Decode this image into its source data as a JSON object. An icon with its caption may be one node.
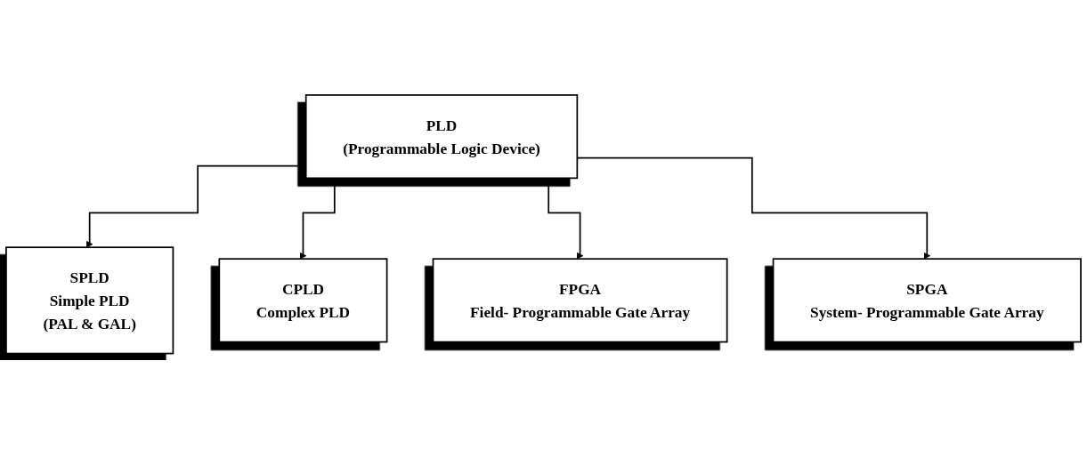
{
  "diagram": {
    "nodes": [
      {
        "text": [
          "PLD",
          "(Programmable Logic Device)"
        ]
      },
      {
        "text": [
          "SPLD",
          "Simple PLD",
          "(PAL & GAL)"
        ]
      },
      {
        "text": [
          "CPLD",
          "Complex PLD"
        ]
      },
      {
        "text": [
          "FPGA",
          "Field- Programmable Gate Array"
        ]
      },
      {
        "text": [
          "SPGA",
          "System- Programmable Gate Array"
        ]
      }
    ],
    "edges": [
      {
        "from": 0,
        "to": 1,
        "arrow": "to"
      },
      {
        "from": 0,
        "to": 2,
        "arrow": "to"
      },
      {
        "from": 0,
        "to": 3,
        "arrow": "to"
      },
      {
        "from": 0,
        "to": 4,
        "arrow": "to"
      }
    ]
  }
}
